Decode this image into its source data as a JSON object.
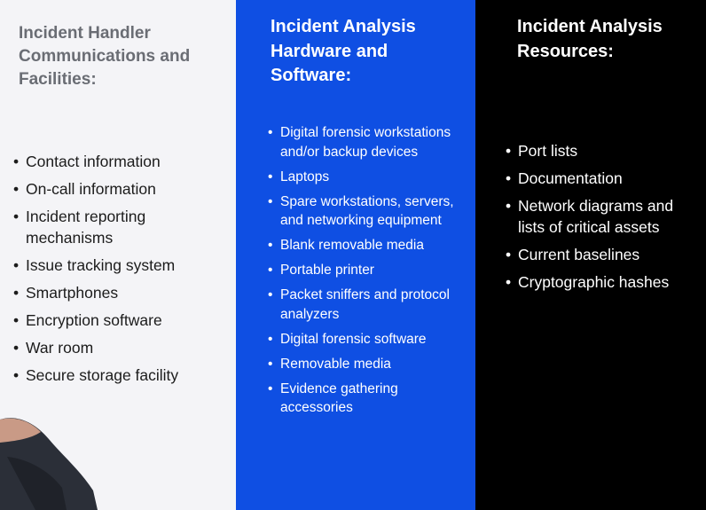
{
  "columns": [
    {
      "heading": "Incident Handler Communications and Facilities:",
      "items": [
        "Contact information",
        "On-call information",
        "Incident reporting mechanisms",
        "Issue tracking system",
        "Smartphones",
        "Encryption software",
        "War room",
        "Secure storage facility"
      ]
    },
    {
      "heading": "Incident Analysis Hardware and Software:",
      "items": [
        "Digital forensic workstations and/or backup devices",
        "Laptops",
        "Spare workstations, servers, and networking equipment",
        "Blank removable media",
        "Portable printer",
        "Packet sniffers and protocol analyzers",
        "Digital forensic software",
        "Removable media",
        "Evidence gathering accessories"
      ]
    },
    {
      "heading": "Incident Analysis Resources:",
      "items": [
        "Port lists",
        "Documentation",
        "Network diagrams and lists of critical assets",
        "Current baselines",
        "Cryptographic hashes"
      ]
    }
  ],
  "colors": {
    "column1_bg": "#f4f4f7",
    "column2_bg": "#0f4fe3",
    "column3_bg": "#000000"
  }
}
